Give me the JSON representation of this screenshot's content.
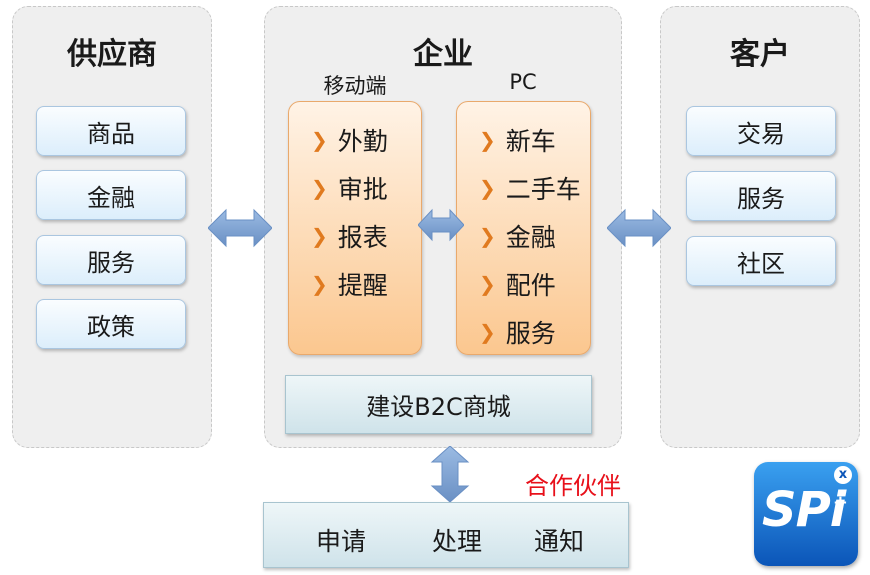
{
  "supplier": {
    "title": "供应商",
    "items": [
      "商品",
      "金融",
      "服务",
      "政策"
    ]
  },
  "enterprise": {
    "title": "企业",
    "mobile": {
      "label": "移动端",
      "items": [
        "外勤",
        "审批",
        "报表",
        "提醒"
      ]
    },
    "pc": {
      "label": "PC",
      "items": [
        "新车",
        "二手车",
        "金融",
        "配件",
        "服务"
      ]
    },
    "b2c": "建设B2C商城"
  },
  "customer": {
    "title": "客户",
    "items": [
      "交易",
      "服务",
      "社区"
    ]
  },
  "partner": {
    "label": "合作伙伴",
    "items": [
      "申请",
      "处理",
      "通知"
    ]
  },
  "logo": {
    "text": "SPi",
    "plus": "+",
    "badge": "x"
  },
  "colors": {
    "arrow": "#7b9fcf",
    "partner_label": "#e8101a",
    "chevron": "#e07a1f"
  }
}
